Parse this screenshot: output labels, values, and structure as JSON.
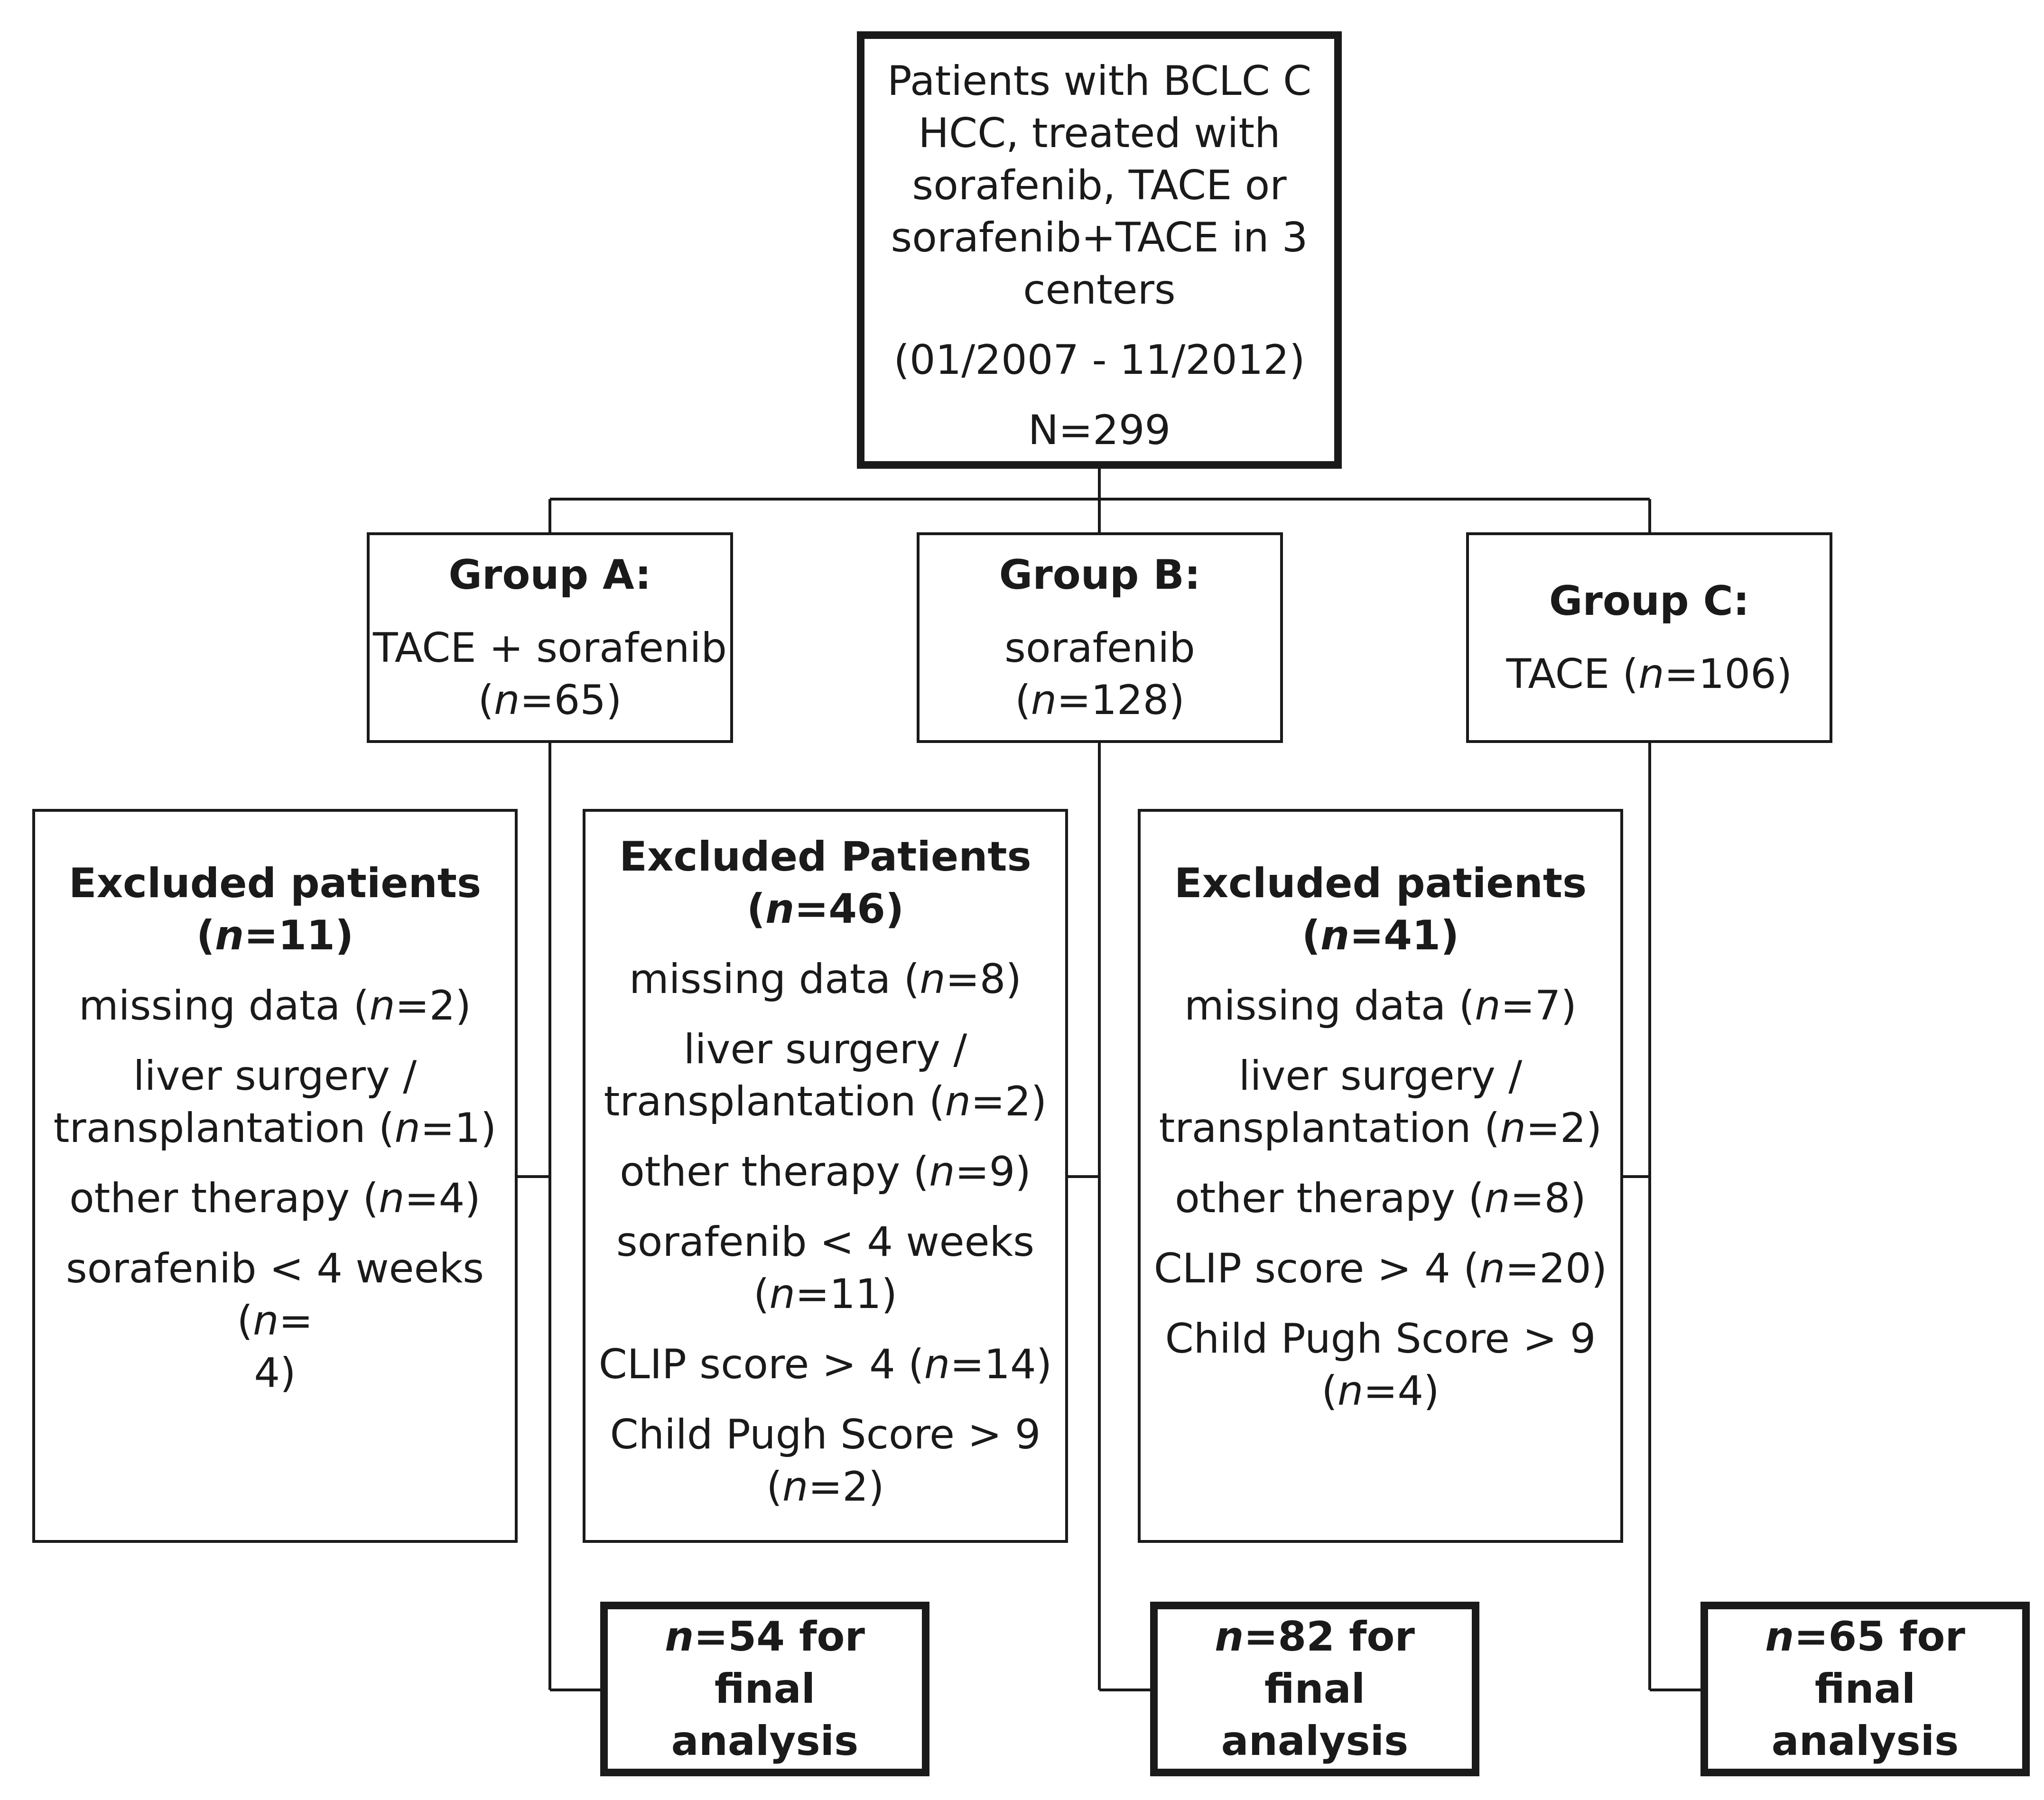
{
  "source": {
    "lines": [
      "Patients with BCLC C",
      "HCC, treated with",
      "sorafenib, TACE or",
      "sorafenib+TACE in 3",
      "centers"
    ],
    "period": "(01/2007 - 11/2012)",
    "total": "N=299"
  },
  "groups": [
    {
      "heading": "Group A:",
      "treatment": "TACE + sorafenib",
      "n_text": "(n=65)",
      "excluded": {
        "title": "Excluded patients",
        "count": "(n=11)",
        "reasons": [
          [
            "missing data (n=2)"
          ],
          [
            "liver surgery /",
            "transplantation (n=1)"
          ],
          [
            "other therapy (n=4)"
          ],
          [
            "sorafenib < 4 weeks (n=",
            "4)"
          ]
        ]
      },
      "final": [
        "n=54 for final",
        "analysis"
      ]
    },
    {
      "heading": "Group B:",
      "treatment": "sorafenib (n=128)",
      "excluded": {
        "title": "Excluded Patients",
        "count": "(n=46)",
        "reasons": [
          [
            "missing data (n=8)"
          ],
          [
            "liver surgery /",
            "transplantation (n=2)"
          ],
          [
            "other therapy (n=9)"
          ],
          [
            "sorafenib < 4 weeks",
            "(n=11)"
          ],
          [
            "CLIP score > 4 (n=14)"
          ],
          [
            "Child Pugh Score > 9",
            "(n=2)"
          ]
        ]
      },
      "final": [
        "n=82 for final",
        "analysis"
      ]
    },
    {
      "heading": "Group C:",
      "treatment": "TACE (n=106)",
      "excluded": {
        "title": "Excluded patients",
        "count": "(n=41)",
        "reasons": [
          [
            "missing data (n=7)"
          ],
          [
            "liver surgery /",
            "transplantation (n=2)"
          ],
          [
            "other therapy (n=8)"
          ],
          [
            "CLIP score > 4 (n=20)"
          ],
          [
            "Child Pugh Score > 9",
            "(n=4)"
          ]
        ]
      },
      "final": [
        "n=65 for final",
        "analysis"
      ]
    }
  ]
}
